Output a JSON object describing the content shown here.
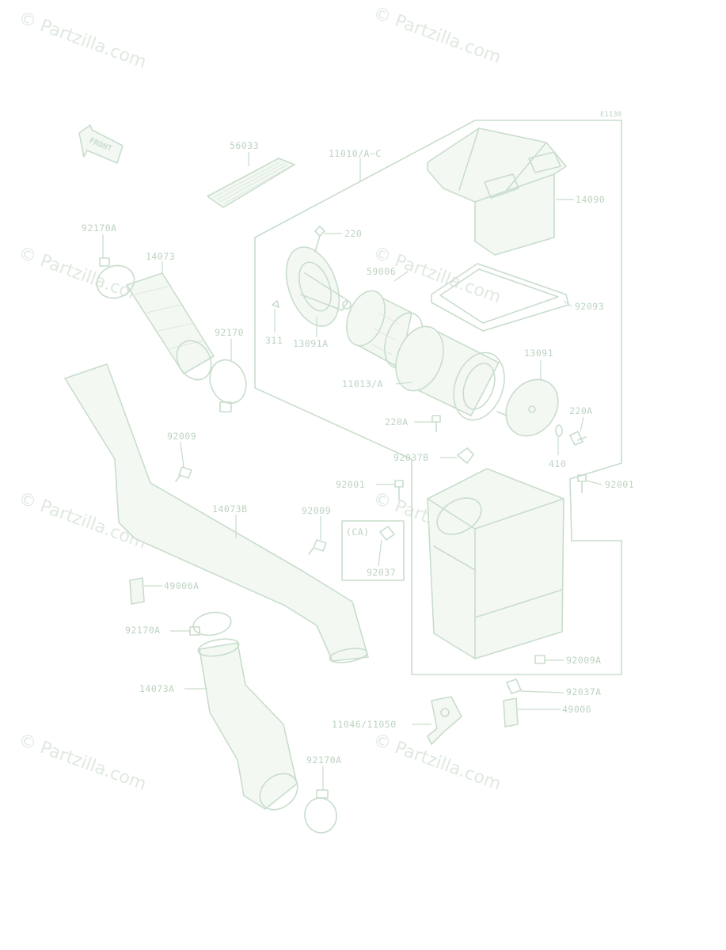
{
  "diagram": {
    "code": "E1130",
    "front_label": "FRONT",
    "variant_label": "(CA)",
    "watermark": "© Partzilla.com",
    "parts": {
      "p56033": "56033",
      "p11010": "11010/A~C",
      "p14090": "14090",
      "p92170A_top": "92170A",
      "p14073": "14073",
      "p220": "220",
      "p59006": "59006",
      "p92093": "92093",
      "p311": "311",
      "p13091A": "13091A",
      "p92170": "92170",
      "p13091": "13091",
      "p11013": "11013/A",
      "p220A_left": "220A",
      "p220A_right": "220A",
      "p92009_top": "92009",
      "p92037B": "92037B",
      "p410": "410",
      "p92001_left": "92001",
      "p92001_right": "92001",
      "p14073B": "14073B",
      "p92009_mid": "92009",
      "p92037": "92037",
      "p49006A": "49006A",
      "p92170A_mid": "92170A",
      "p92009A": "92009A",
      "p92037A": "92037A",
      "p14073A": "14073A",
      "p49006": "49006",
      "p11046": "11046/11050",
      "p92170A_bottom": "92170A"
    }
  }
}
